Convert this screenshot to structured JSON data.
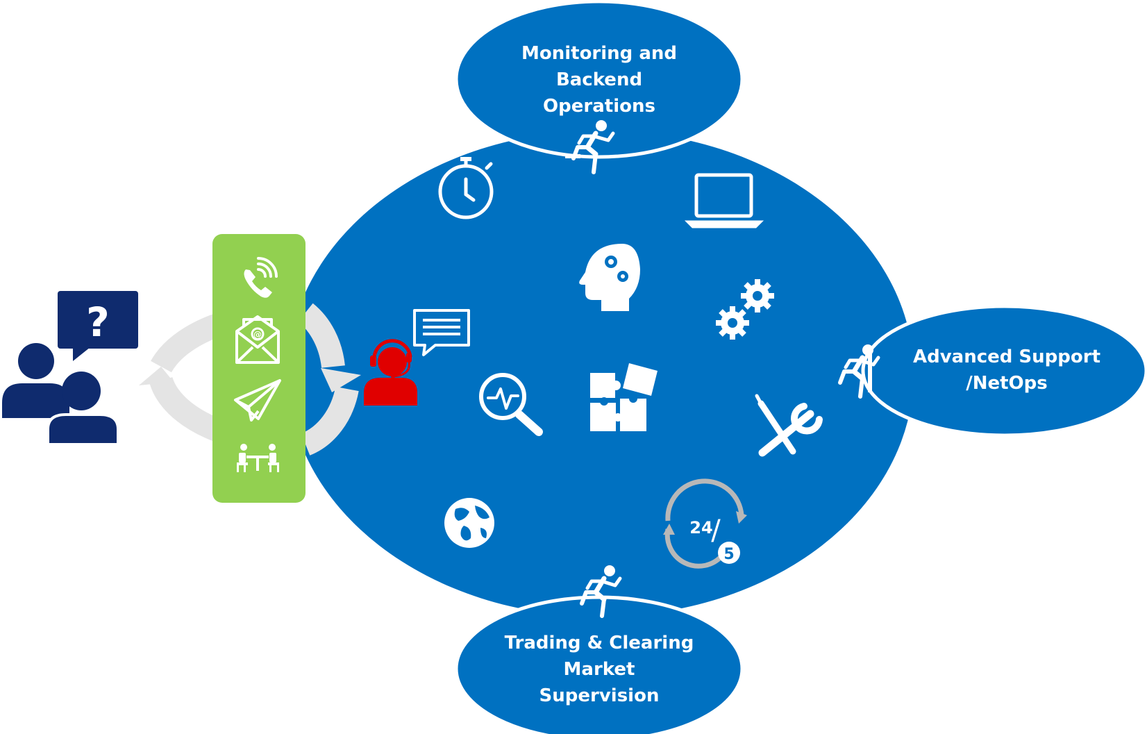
{
  "colors": {
    "main_blue": "#0071C1",
    "navy": "#0F2B6E",
    "green_panel": "#92D050",
    "agent_red": "#E00000",
    "cycle_grey": "#E4E4E4",
    "white": "#FFFFFF"
  },
  "satellites": {
    "top": {
      "lines": [
        "Monitoring and",
        "Backend",
        "Operations"
      ]
    },
    "right": {
      "lines": [
        "Advanced Support",
        "/NetOps"
      ]
    },
    "bottom": {
      "lines": [
        "Trading & Clearing",
        "Market",
        "Supervision"
      ]
    }
  },
  "badge_24_5": {
    "top": "24",
    "slash": "/",
    "bottom": "5"
  },
  "customer_question_mark": "?",
  "channel_icons": [
    "phone-icon",
    "email-icon",
    "paper-plane-icon",
    "meeting-icon"
  ],
  "hub_icons": [
    "stopwatch-icon",
    "laptop-icon",
    "head-gears-icon",
    "gears-icon",
    "chat-bubble-icon",
    "support-agent-icon",
    "analytics-magnifier-icon",
    "puzzle-icon",
    "tools-icon",
    "globe-icon",
    "schedule-24-5-icon",
    "runner-icon"
  ]
}
